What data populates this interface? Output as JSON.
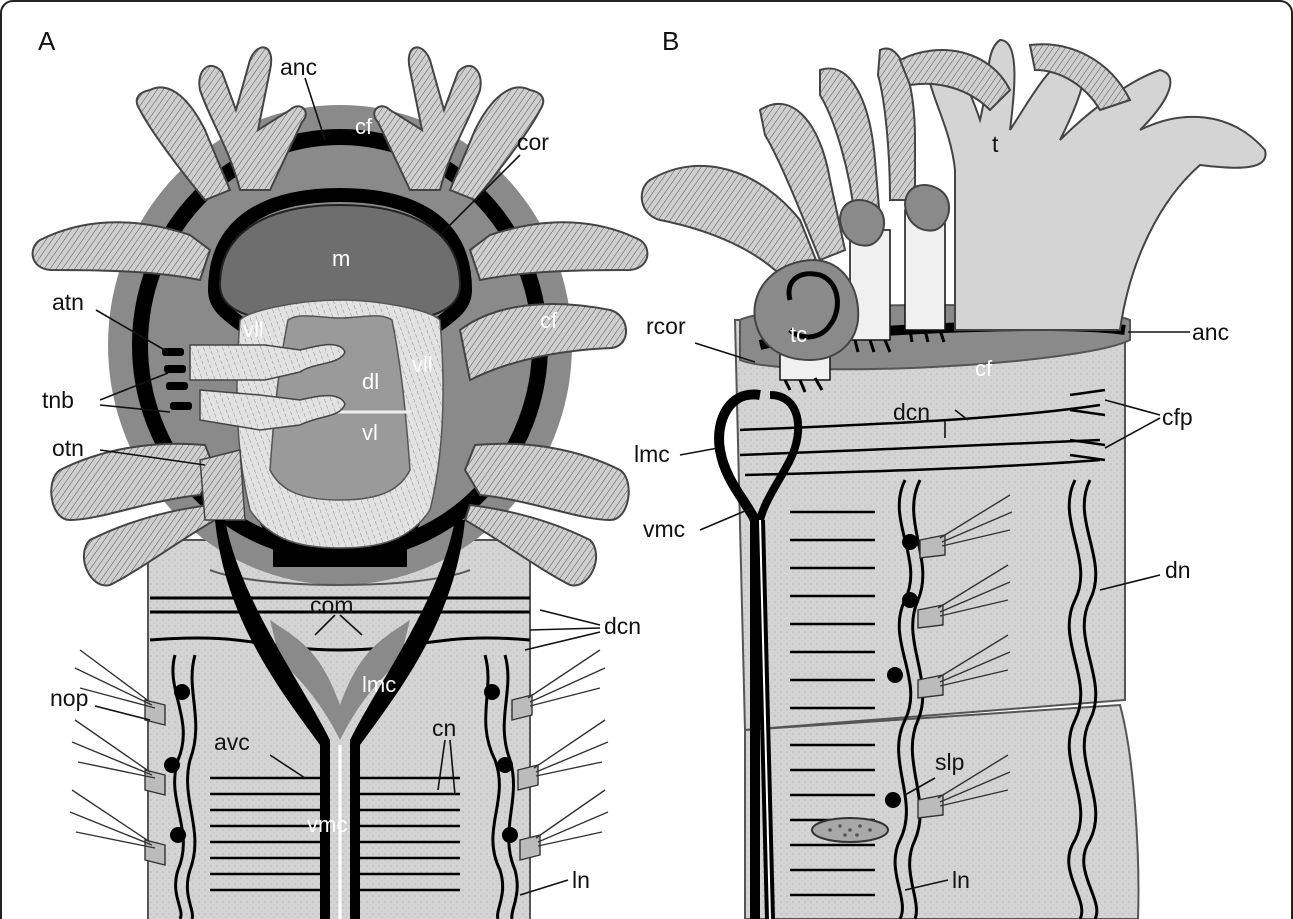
{
  "figure": {
    "panels": [
      {
        "id": "A",
        "letter": "A"
      },
      {
        "id": "B",
        "letter": "B"
      }
    ],
    "colors": {
      "background": "#ffffff",
      "frame": "#222222",
      "body_light": "#d2d2d2",
      "collar_fold": "#8a8a8a",
      "mouth": "#6e6e6e",
      "lips": "#c8c8c8",
      "nerve": "#000000",
      "tentacle": "#bdbdbd",
      "edge": "#444444"
    },
    "labels_a": {
      "anc": "anc",
      "cf": "cf",
      "cor": "cor",
      "m": "m",
      "atn": "atn",
      "vll_left": "vll",
      "vll_right": "vll",
      "cf_right": "cf",
      "dl": "dl",
      "vl": "vl",
      "tnb": "tnb",
      "otn": "otn",
      "com": "com",
      "dcn": "dcn",
      "lmc": "lmc",
      "nop": "nop",
      "avc": "avc",
      "cn": "cn",
      "vmc": "vmc",
      "ln": "ln"
    },
    "labels_b": {
      "t": "t",
      "rcor": "rcor",
      "tc": "tc",
      "anc": "anc",
      "cf": "cf",
      "dcn": "dcn",
      "cfp": "cfp",
      "lmc": "lmc",
      "vmc": "vmc",
      "dn": "dn",
      "slp": "slp",
      "ln": "ln"
    }
  }
}
